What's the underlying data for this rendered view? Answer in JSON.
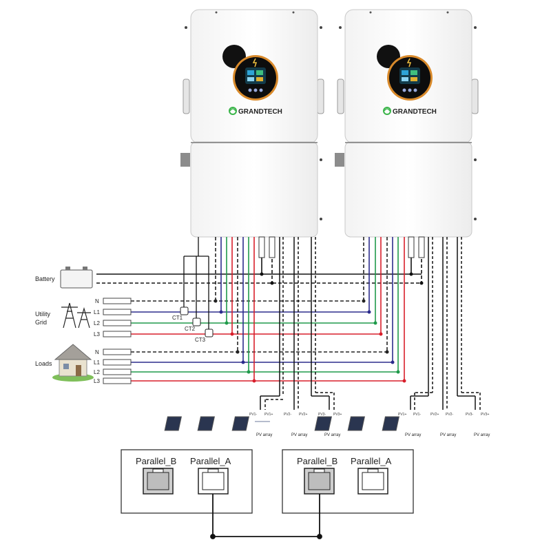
{
  "brand": {
    "name": "GRANDTECH",
    "accent": "#3bb54a"
  },
  "colors": {
    "L1": "#2c2c8c",
    "L2": "#1f9a4a",
    "L3": "#d81e2a",
    "N": "#222222",
    "wire": "#111111"
  },
  "sources": {
    "battery": "Battery",
    "grid_line1": "Utility",
    "grid_line2": "Grid",
    "loads": "Loads"
  },
  "phases": {
    "n": "N",
    "l1": "L1",
    "l2": "L2",
    "l3": "L3"
  },
  "ct": [
    "CT1",
    "CT2",
    "CT3"
  ],
  "pv": {
    "array_label": "PV array",
    "inv1": [
      {
        "minus": "PV1-",
        "plus": "PV1+"
      },
      {
        "minus": "PV2-",
        "plus": "PV2+"
      },
      {
        "minus": "PV3-",
        "plus": "PV3+"
      }
    ],
    "inv2": [
      {
        "minus": "PV1+",
        "plus": "PV1-"
      },
      {
        "minus": "PV2+",
        "plus": "PV2-"
      },
      {
        "minus": "PV3-",
        "plus": "PV3+"
      }
    ]
  },
  "parallel": {
    "box1": {
      "b": "Parallel_B",
      "a": "Parallel_A"
    },
    "box2": {
      "b": "Parallel_B",
      "a": "Parallel_A"
    }
  },
  "icons": [
    "battery-icon",
    "pylon-icon",
    "house-icon",
    "solar-panel-icon",
    "rj45-port-icon",
    "inverter-display-icon"
  ]
}
